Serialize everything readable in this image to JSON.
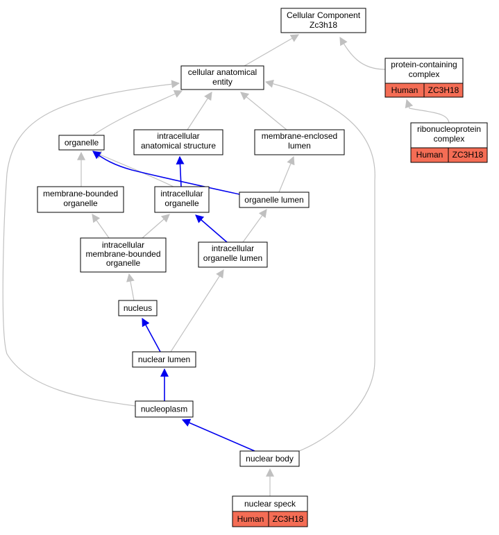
{
  "colors": {
    "edge_is_a": "#c0c0c0",
    "edge_part_of": "#0000ee",
    "annotation_fill": "#f46d55",
    "node_fill": "#ffffff",
    "node_border": "#000000"
  },
  "nodes": {
    "root": {
      "lines": [
        "Cellular Component",
        "Zc3h18"
      ]
    },
    "cae": {
      "lines": [
        "cellular anatomical",
        "entity"
      ]
    },
    "pcc": {
      "lines": [
        "protein-containing",
        "complex"
      ],
      "annotation": [
        "Human",
        "ZC3H18"
      ]
    },
    "rnp": {
      "lines": [
        "ribonucleoprotein",
        "complex"
      ],
      "annotation": [
        "Human",
        "ZC3H18"
      ]
    },
    "organelle": {
      "lines": [
        "organelle"
      ]
    },
    "ias": {
      "lines": [
        "intracellular",
        "anatomical structure"
      ]
    },
    "mel": {
      "lines": [
        "membrane-enclosed",
        "lumen"
      ]
    },
    "mbo": {
      "lines": [
        "membrane-bounded",
        "organelle"
      ]
    },
    "io": {
      "lines": [
        "intracellular",
        "organelle"
      ]
    },
    "ol": {
      "lines": [
        "organelle lumen"
      ]
    },
    "imbo": {
      "lines": [
        "intracellular",
        "membrane-bounded",
        "organelle"
      ]
    },
    "iol": {
      "lines": [
        "intracellular",
        "organelle lumen"
      ]
    },
    "nucleus": {
      "lines": [
        "nucleus"
      ]
    },
    "nlumen": {
      "lines": [
        "nuclear lumen"
      ]
    },
    "nplasm": {
      "lines": [
        "nucleoplasm"
      ]
    },
    "nbody": {
      "lines": [
        "nuclear body"
      ]
    },
    "nspeck": {
      "lines": [
        "nuclear speck"
      ],
      "annotation": [
        "Human",
        "ZC3H18"
      ]
    }
  },
  "edges": [
    {
      "from": "cae",
      "to": "root",
      "type": "is_a"
    },
    {
      "from": "pcc",
      "to": "root",
      "type": "is_a"
    },
    {
      "from": "rnp",
      "to": "pcc",
      "type": "is_a"
    },
    {
      "from": "organelle",
      "to": "cae",
      "type": "is_a"
    },
    {
      "from": "ias",
      "to": "cae",
      "type": "is_a"
    },
    {
      "from": "mel",
      "to": "cae",
      "type": "is_a"
    },
    {
      "from": "mbo",
      "to": "organelle",
      "type": "is_a"
    },
    {
      "from": "io",
      "to": "organelle",
      "type": "is_a"
    },
    {
      "from": "io",
      "to": "ias",
      "type": "part_of"
    },
    {
      "from": "ol",
      "to": "organelle",
      "type": "part_of"
    },
    {
      "from": "ol",
      "to": "mel",
      "type": "is_a"
    },
    {
      "from": "imbo",
      "to": "mbo",
      "type": "is_a"
    },
    {
      "from": "imbo",
      "to": "io",
      "type": "is_a"
    },
    {
      "from": "iol",
      "to": "io",
      "type": "part_of"
    },
    {
      "from": "iol",
      "to": "ol",
      "type": "is_a"
    },
    {
      "from": "nucleus",
      "to": "imbo",
      "type": "is_a"
    },
    {
      "from": "nlumen",
      "to": "nucleus",
      "type": "part_of"
    },
    {
      "from": "nlumen",
      "to": "iol",
      "type": "is_a"
    },
    {
      "from": "nplasm",
      "to": "nlumen",
      "type": "part_of"
    },
    {
      "from": "nplasm",
      "to": "cae",
      "type": "is_a"
    },
    {
      "from": "nbody",
      "to": "nplasm",
      "type": "part_of"
    },
    {
      "from": "nbody",
      "to": "cae",
      "type": "is_a"
    },
    {
      "from": "nspeck",
      "to": "nbody",
      "type": "is_a"
    }
  ]
}
